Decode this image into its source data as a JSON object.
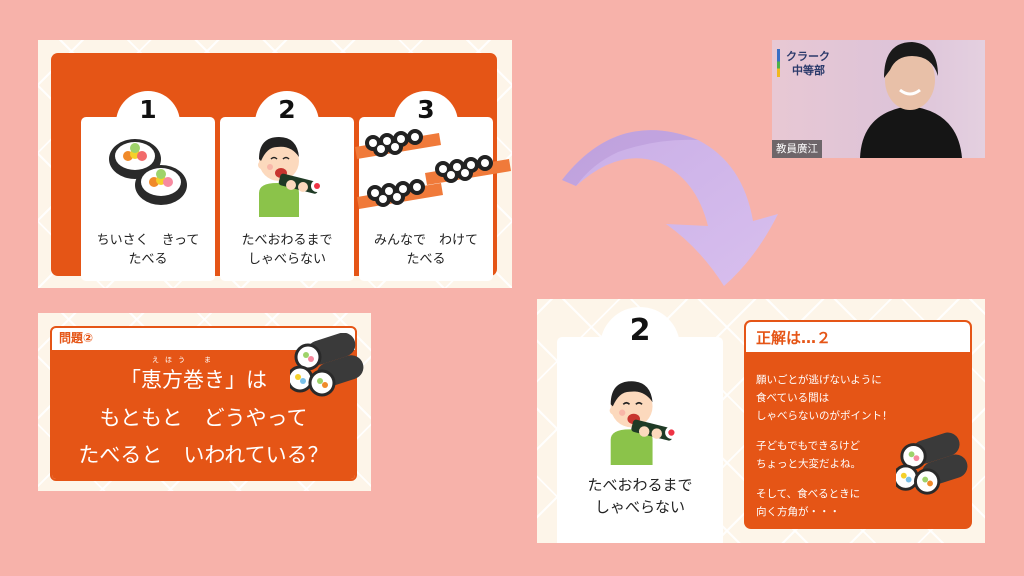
{
  "colors": {
    "background": "#f7b2aa",
    "slide_bg": "#fdf5e9",
    "accent_orange": "#e55516",
    "arrow_purple": "#d4b8ea",
    "card_white": "#ffffff"
  },
  "slide_choices": {
    "cards": [
      {
        "number": "1",
        "caption_line1": "ちいさく　きって",
        "caption_line2": "たべる",
        "illustration": "sliced-sushi-rolls-icon"
      },
      {
        "number": "2",
        "caption_line1": "たべおわるまで",
        "caption_line2": "しゃべらない",
        "illustration": "boy-eating-ehomaki-icon"
      },
      {
        "number": "3",
        "caption_line1": "みんなで　わけて",
        "caption_line2": "たべる",
        "illustration": "sushi-platters-icon"
      }
    ]
  },
  "slide_question": {
    "header": "問題②",
    "ruby": "えほう　ま",
    "line1": "「恵方巻き」は",
    "line2": "もともと　どうやって",
    "line3": "たべると　いわれている？",
    "illustration": "ehomaki-rolls-icon"
  },
  "arrow": {
    "icon": "curved-arrow-down-icon"
  },
  "slide_answer": {
    "card": {
      "number": "2",
      "caption_line1": "たべおわるまで",
      "caption_line2": "しゃべらない",
      "illustration": "boy-eating-ehomaki-icon"
    },
    "header": "正解は…２",
    "lines": [
      "願いごとが逃げないように",
      "食べている間は",
      "しゃべらないのがポイント！",
      "子どもでもできるけど",
      "ちょっと大変だよね。",
      "そして、食べるときに",
      "向く方角が・・・"
    ],
    "illustration": "ehomaki-rolls-icon"
  },
  "video_tile": {
    "org_line1": "クラーク",
    "org_line2": "中等部",
    "participant_name": "教員廣江"
  }
}
